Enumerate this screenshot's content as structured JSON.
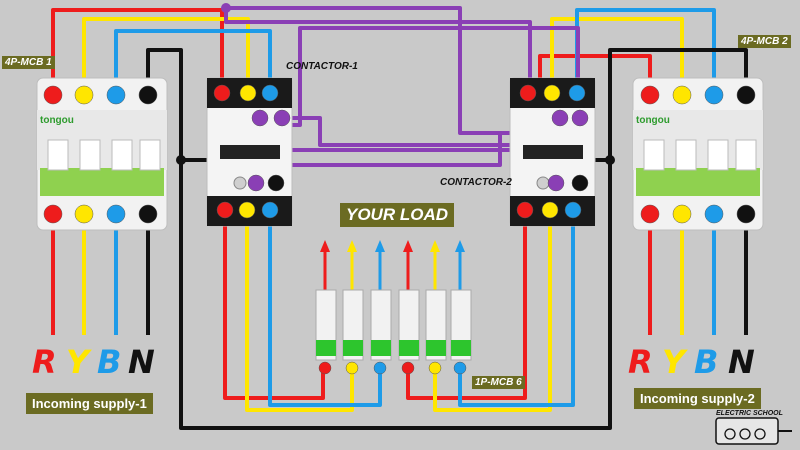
{
  "labels": {
    "mcb1": "4P-MCB 1",
    "mcb2": "4P-MCB 2",
    "contactor1": "CONTACTOR-1",
    "contactor2": "CONTACTOR-2",
    "load": "YOUR LOAD",
    "mcb6": "1P-MCB 6",
    "supply1": "Incoming supply-1",
    "supply2": "Incoming supply-2"
  },
  "phases": [
    "R",
    "Y",
    "B",
    "N"
  ],
  "brand": "tongou",
  "logo": "ELECTRIC SCHOOL",
  "colors": {
    "red": "#ee1c1c",
    "yellow": "#ffe600",
    "blue": "#1e9be8",
    "black": "#111111",
    "purple": "#8a3fb5",
    "label_bg": "#6b6b22",
    "mcb_green": "#8fd14f",
    "background": "#c9c9c9"
  }
}
